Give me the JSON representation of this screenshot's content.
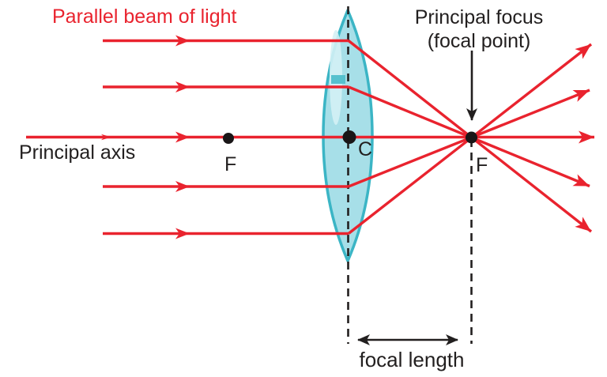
{
  "labels": {
    "parallel_beam": "Parallel beam of light",
    "principal_focus_line1": "Principal focus",
    "principal_focus_line2": "(focal point)",
    "principal_axis": "Principal axis",
    "left_focus": "F",
    "lens_center": "C",
    "right_focus": "F",
    "focal_length": "focal length"
  },
  "colors": {
    "ray_red": "#E9232E",
    "label_red": "#E9232E",
    "text_black": "#221F1F",
    "lens_fill": "#A7DFE8",
    "lens_stroke": "#3BB5C5",
    "lens_highlight": "#D4F1F5",
    "background": "#FFFFFF"
  }
}
